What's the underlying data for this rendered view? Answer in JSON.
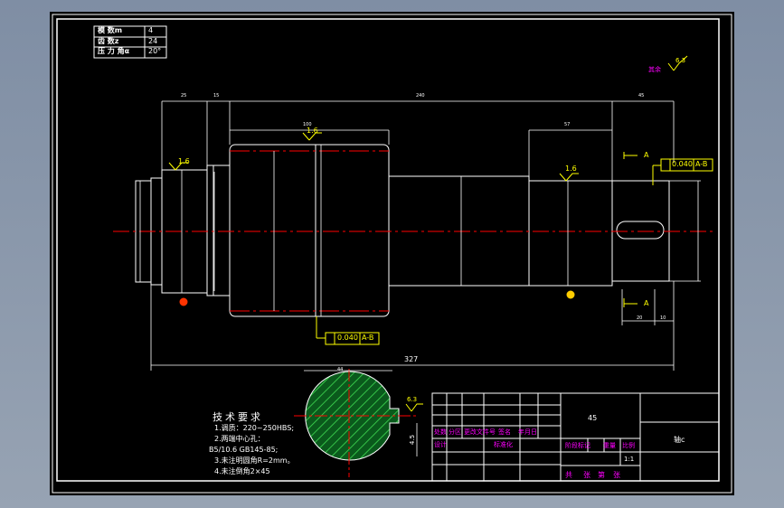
{
  "params_table": {
    "rows": [
      {
        "label": "模 数m",
        "value": "4"
      },
      {
        "label": "齿 数z",
        "value": "24"
      },
      {
        "label": "压 力 角α",
        "value": "20°"
      }
    ]
  },
  "roughness_other": {
    "label": "其余",
    "value": "6.3"
  },
  "roughness": {
    "left_journal": "1.6",
    "gear": "1.6",
    "right_journal": "1.6",
    "section": "6.3"
  },
  "dimensions": {
    "top_left_1": "25",
    "top_left_2": "15",
    "top_total": "240",
    "top_right": "45",
    "gear_width": "100",
    "right_step": "57",
    "overall": "327",
    "keyway_pos": "20",
    "keyway_len": "10",
    "section_width": "44",
    "section_depth": "4.5"
  },
  "tolerance": {
    "right_value": "0.040",
    "right_datum": "A-B",
    "bottom_value": "0.040",
    "bottom_datum": "A-B"
  },
  "section_labels": {
    "top": "A",
    "bottom": "A"
  },
  "tech_requirements": {
    "title": "技术要求",
    "items": [
      "1.调质：220~250HBS;",
      "2.两端中心孔：",
      "B5/10.6  GB145-85;",
      "3.未注明圆角R=2mm。",
      "4.未注倒角2×45"
    ]
  },
  "title_block": {
    "material": "45",
    "part_name": "轴c",
    "header_row": [
      "处数",
      "分区",
      "更改文件号",
      "签名",
      "年月日"
    ],
    "designer_row": [
      "设计",
      "",
      "标准化"
    ],
    "stage_row": [
      "阶段标记",
      "重量",
      "比例"
    ],
    "scale": "1:1",
    "sheet_row": [
      "共",
      "张",
      "第",
      "张"
    ]
  },
  "colors": {
    "background": "#000000",
    "outline": "#ffffff",
    "centerline": "#ff0000",
    "annotation": "#ffff00",
    "cad_text": "#ff00ff"
  }
}
